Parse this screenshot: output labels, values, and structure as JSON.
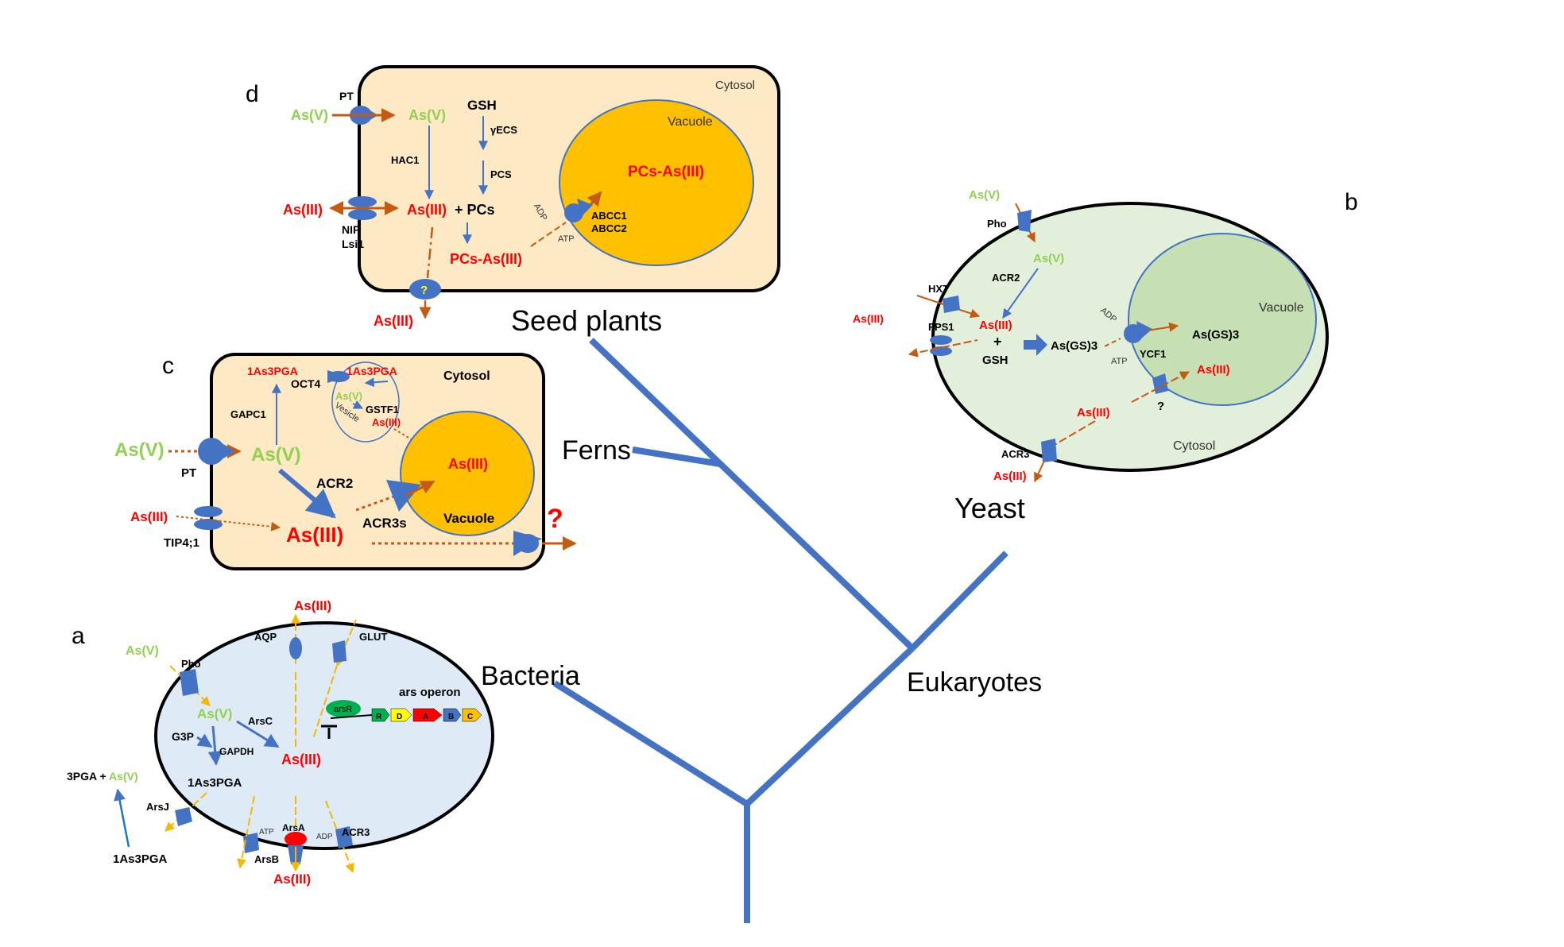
{
  "colors": {
    "red": "#ff0000",
    "green": "#92d050",
    "blue": "#4472c4",
    "orange": "#c55a11",
    "yellow_arrow": "#f5b800",
    "plant_fill": "#fde9c4",
    "vacuole_fill": "#ffc000",
    "yeast_fill": "#e2efda",
    "yeast_vacuole_fill": "#c6e0b4",
    "bacteria_fill": "#deebf7"
  },
  "tree": {
    "seed_plants": "Seed plants",
    "ferns": "Ferns",
    "yeast": "Yeast",
    "eukaryotes": "Eukaryotes",
    "bacteria": "Bacteria"
  },
  "panel_d": {
    "letter": "d",
    "cytosol": "Cytosol",
    "vacuole": "Vacuole",
    "pcs_as3_vac": "PCs-As(III)",
    "pt": "PT",
    "as5_out": "As(V)",
    "as5_in": "As(V)",
    "gsh": "GSH",
    "gecs": "γECS",
    "pcs": "PCS",
    "hac1": "HAC1",
    "as3_out": "As(III)",
    "as3_in": "As(III)",
    "plus_pcs": "+ PCs",
    "pcs_as3": "PCs-As(III)",
    "nip": "NIP",
    "lsi1": "Lsi1",
    "adp": "ADP",
    "atp": "ATP",
    "abcc1": "ABCC1",
    "abcc2": "ABCC2",
    "q": "?",
    "as3_efflux": "As(III)"
  },
  "panel_c": {
    "letter": "c",
    "cytosol": "Cytosol",
    "as3pga_cyt": "1As3PGA",
    "as3pga_ves": "1As3PGA",
    "oct4": "OCT4",
    "as5_ves": "As(V)",
    "vesicle": "Vesicle",
    "gstf1": "GSTF1",
    "as3_ves": "As(III)",
    "gapc1": "GAPC1",
    "as5_out": "As(V)",
    "as5_in": "As(V)",
    "pt": "PT",
    "acr2": "ACR2",
    "as3_vac": "As(III)",
    "vacuole": "Vacuole",
    "acr3s": "ACR3s",
    "as3_out": "As(III)",
    "as3_in": "As(III)",
    "tip": "TIP4;1",
    "q": "?"
  },
  "panel_b": {
    "letter": "b",
    "as5_out": "As(V)",
    "pho": "Pho",
    "as5_in": "As(V)",
    "acr2": "ACR2",
    "hxt": "HXT",
    "as3_out": "As(III)",
    "fps1": "FPS1",
    "as3_in": "As(III)",
    "plus": "+",
    "gsh": "GSH",
    "asgs3": "As(GS)3",
    "adp": "ADP",
    "atp": "ATP",
    "ycf1": "YCF1",
    "asgs3_vac": "As(GS)3",
    "vacuole": "Vacuole",
    "as3_vac": "As(III)",
    "q": "?",
    "as3_mid": "As(III)",
    "cytosol": "Cytosol",
    "acr3": "ACR3",
    "as3_efflux": "As(III)"
  },
  "panel_a": {
    "letter": "a",
    "as3_top": "As(III)",
    "aqp": "AQP",
    "glut": "GLUT",
    "as5_out": "As(V)",
    "pho": "Pho",
    "ars_operon": "ars operon",
    "arsR": "arsR",
    "genes": [
      "R",
      "D",
      "A",
      "B",
      "C"
    ],
    "as5_in": "As(V)",
    "arsC": "ArsC",
    "g3p": "G3P",
    "gapdh": "GAPDH",
    "as3_in": "As(III)",
    "as3pga_in": "1As3PGA",
    "pga_plus": "3PGA + ",
    "pga_as5": "As(V)",
    "arsJ": "ArsJ",
    "as3pga_out": "1As3PGA",
    "atp": "ATP",
    "arsA": "ArsA",
    "adp": "ADP",
    "acr3": "ACR3",
    "arsB": "ArsB",
    "as3_bottom": "As(III)"
  }
}
